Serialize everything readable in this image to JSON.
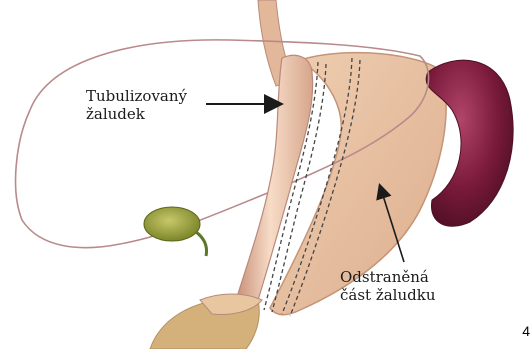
{
  "labels": {
    "tubular_line1": "Tubulizovaný",
    "tubular_line2": "žaludek",
    "removed_line1": "Odstraněná",
    "removed_line2": "část žaludku"
  },
  "page_number": "4",
  "colors": {
    "liver_outline": "#b98a8a",
    "stomach_fill": "#e8c3a4",
    "stomach_shadow": "#d9a98a",
    "spleen": "#7a1a3a",
    "gallbladder": "#8a8a2a",
    "esophagus": "#e3b79a",
    "duodenum": "#d4b07a",
    "staple_line": "#444444",
    "arrow": "#1b1b1b"
  }
}
